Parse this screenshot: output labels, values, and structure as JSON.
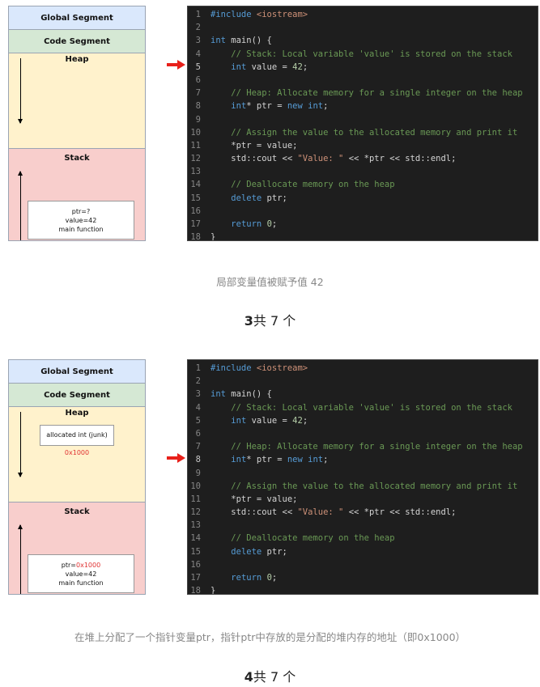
{
  "slides": [
    {
      "memory": {
        "global_label": "Global Segment",
        "code_label": "Code Segment",
        "heap_label": "Heap",
        "stack_label": "Stack",
        "heap_box": null,
        "stack_frame": {
          "line1_prefix": "ptr=",
          "line1_value": "?",
          "line2": "value=42",
          "line3": "main function"
        }
      },
      "current_line": 5,
      "caption": "局部变量值被赋予值 42",
      "counter": {
        "number": "3",
        "text": "共 7 个"
      }
    },
    {
      "memory": {
        "global_label": "Global Segment",
        "code_label": "Code Segment",
        "heap_label": "Heap",
        "stack_label": "Stack",
        "heap_box": {
          "label": "allocated int (junk)",
          "address": "0x1000"
        },
        "stack_frame": {
          "line1_prefix": "ptr=",
          "line1_value": "0x1000",
          "line2": "value=42",
          "line3": "main function"
        }
      },
      "current_line": 8,
      "caption": "在堆上分配了一个指针变量ptr，指针ptr中存放的是分配的堆内存的地址（即0x1000）",
      "counter": {
        "number": "4",
        "text": "共 7 个"
      }
    }
  ],
  "code_lines": [
    [
      {
        "t": "#include ",
        "c": "kw"
      },
      {
        "t": "<iostream>",
        "c": "inc"
      }
    ],
    [],
    [
      {
        "t": "int",
        "c": "kw"
      },
      {
        "t": " main() {",
        "c": ""
      }
    ],
    [
      {
        "t": "    // Stack: Local variable 'value' is stored on the stack",
        "c": "cm"
      }
    ],
    [
      {
        "t": "    ",
        "c": ""
      },
      {
        "t": "int",
        "c": "kw"
      },
      {
        "t": " value = ",
        "c": ""
      },
      {
        "t": "42",
        "c": "nm"
      },
      {
        "t": ";",
        "c": ""
      }
    ],
    [],
    [
      {
        "t": "    // Heap: Allocate memory for a single integer on the heap",
        "c": "cm"
      }
    ],
    [
      {
        "t": "    ",
        "c": ""
      },
      {
        "t": "int",
        "c": "kw"
      },
      {
        "t": "* ptr = ",
        "c": ""
      },
      {
        "t": "new",
        "c": "kw"
      },
      {
        "t": " ",
        "c": ""
      },
      {
        "t": "int",
        "c": "kw"
      },
      {
        "t": ";",
        "c": ""
      }
    ],
    [],
    [
      {
        "t": "    // Assign the value to the allocated memory and print it",
        "c": "cm"
      }
    ],
    [
      {
        "t": "    *ptr = value;",
        "c": ""
      }
    ],
    [
      {
        "t": "    std::cout << ",
        "c": ""
      },
      {
        "t": "\"Value: \"",
        "c": "st"
      },
      {
        "t": " << *ptr << std::endl;",
        "c": ""
      }
    ],
    [],
    [
      {
        "t": "    // Deallocate memory on the heap",
        "c": "cm"
      }
    ],
    [
      {
        "t": "    ",
        "c": ""
      },
      {
        "t": "delete",
        "c": "kw"
      },
      {
        "t": " ptr;",
        "c": ""
      }
    ],
    [],
    [
      {
        "t": "    ",
        "c": ""
      },
      {
        "t": "return",
        "c": "kw"
      },
      {
        "t": " ",
        "c": ""
      },
      {
        "t": "0",
        "c": "nm"
      },
      {
        "t": ";",
        "c": ""
      }
    ],
    [
      {
        "t": "}",
        "c": ""
      }
    ]
  ],
  "colors": {
    "pointer_arrow": "#e8201a",
    "address_text": "#e03131",
    "code_bg": "#1e1e1e"
  }
}
